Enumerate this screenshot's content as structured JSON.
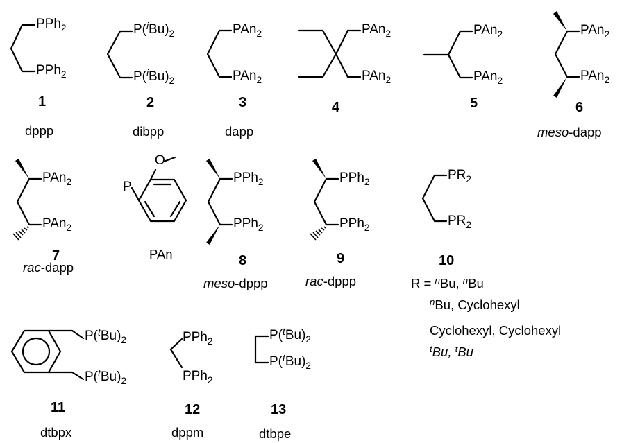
{
  "labels": {
    "pph2": "PPh",
    "pan2": "PAn",
    "pr2": "PR",
    "p": "P",
    "o": "O",
    "two": "2",
    "ibu": "Bu",
    "i": "i",
    "tbu": "Bu",
    "t": "t",
    "nbu": "Bu",
    "n": "n",
    "p_open": "P(",
    "close2": ")"
  },
  "compounds": {
    "c1": {
      "number": "1",
      "name": "dppp"
    },
    "c2": {
      "number": "2",
      "name": "dibpp"
    },
    "c3": {
      "number": "3",
      "name": "dapp"
    },
    "c4": {
      "number": "4"
    },
    "c5": {
      "number": "5"
    },
    "c6": {
      "number": "6",
      "prefix": "meso",
      "name": "-dapp"
    },
    "c7": {
      "number": "7",
      "prefix": "rac",
      "name": "-dapp"
    },
    "pan": {
      "name": "PAn"
    },
    "c8": {
      "number": "8",
      "prefix": "meso",
      "name": "-dppp"
    },
    "c9": {
      "number": "9",
      "prefix": "rac",
      "name": "-dppp"
    },
    "c10": {
      "number": "10"
    },
    "c11": {
      "number": "11",
      "name": "dtbpx"
    },
    "c12": {
      "number": "12",
      "name": "dppm"
    },
    "c13": {
      "number": "13",
      "name": "dtbpe"
    }
  },
  "r_groups": {
    "prefix": "R = ",
    "line1": {
      "a_sup": "n",
      "a": "Bu, ",
      "b_sup": "n",
      "b": "Bu"
    },
    "line2": {
      "a_sup": "n",
      "a": "Bu, Cyclohexyl"
    },
    "line3": {
      "text": "Cyclohexyl, Cyclohexyl"
    },
    "line4": {
      "a_sup": "t",
      "a": "Bu, ",
      "b_sup": "t",
      "b": "Bu"
    }
  }
}
